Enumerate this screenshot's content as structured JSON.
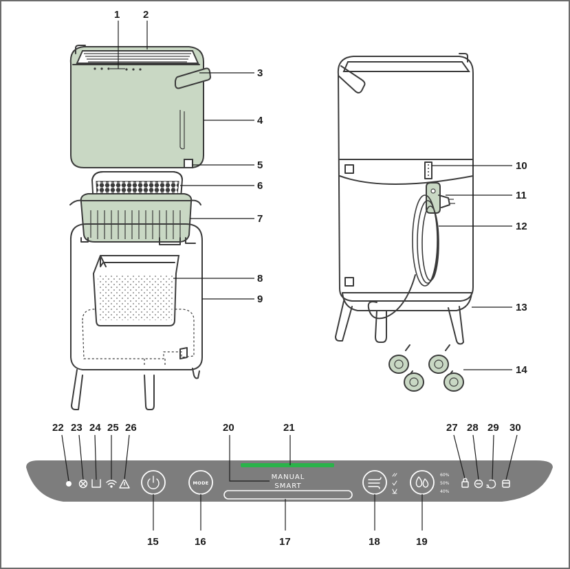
{
  "callouts": {
    "n1": "1",
    "n2": "2",
    "n3": "3",
    "n4": "4",
    "n5": "5",
    "n6": "6",
    "n7": "7",
    "n8": "8",
    "n9": "9",
    "n10": "10",
    "n11": "11",
    "n12": "12",
    "n13": "13",
    "n14": "14",
    "n15": "15",
    "n16": "16",
    "n17": "17",
    "n18": "18",
    "n19": "19",
    "n20": "20",
    "n21": "21",
    "n22": "22",
    "n23": "23",
    "n24": "24",
    "n25": "25",
    "n26": "26",
    "n27": "27",
    "n28": "28",
    "n29": "29",
    "n30": "30"
  },
  "control_panel": {
    "mode_label": "MODE",
    "manual_label": "MANUAL",
    "smart_label": "SMART",
    "humidity_60": "60%",
    "humidity_50": "50%",
    "humidity_40": "40%",
    "colors": {
      "panel": "#7d7d7d",
      "green_bar": "#2ab34a"
    }
  },
  "icons": [
    "power-icon",
    "dot-indicator-icon",
    "filter-icon",
    "water-tank-icon",
    "wifi-icon",
    "warning-icon",
    "fan-speed-icon",
    "humidity-drop-icon",
    "lock-icon",
    "minus-circle-icon",
    "sleep-icon",
    "tank-empty-icon"
  ]
}
